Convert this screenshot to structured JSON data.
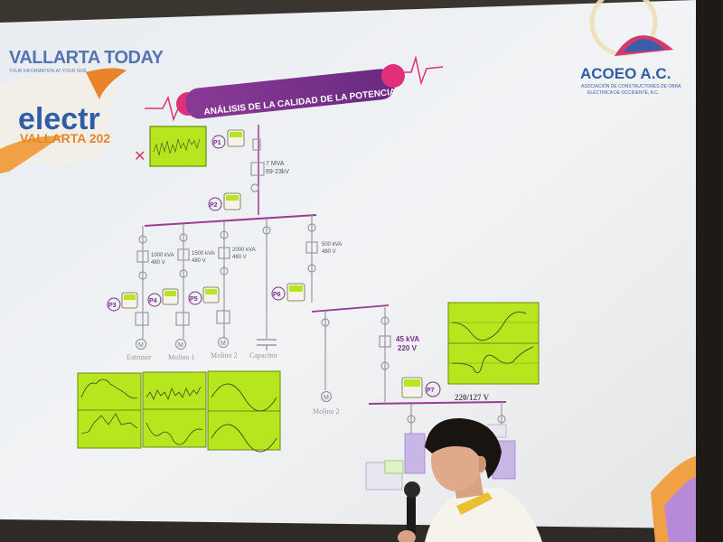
{
  "overlay": {
    "brand_name": "VALLARTA TODAY",
    "brand_tagline": "YOUR INFORMATION AT YOUR SIDE"
  },
  "slide": {
    "title": "ANÁLISIS DE LA CALIDAD DE LA POTENCIA",
    "logo_left_line1": "electr",
    "logo_left_line2": "VALLARTA 202",
    "logo_right_name": "ACOEO A.C.",
    "logo_right_sub1": "ASOCIACIÓN DE CONSTRUCTORES DE OBRA",
    "logo_right_sub2": "ELÉCTRICA DE OCCIDENTE, A.C.",
    "meters": [
      "P1",
      "P2",
      "P3",
      "P4",
      "P5",
      "P6",
      "P7"
    ],
    "transformers": {
      "main_rating": "7 MVA",
      "main_voltage": "69-23kV",
      "t1_rating": "1000 kVA",
      "t1_voltage": "480 V",
      "t2_rating": "1500 kVA",
      "t2_voltage": "480 V",
      "t3_rating": "2000 kVA",
      "t3_voltage": "480 V",
      "t4_rating": "500 kVA",
      "t4_voltage": "480 V",
      "t5_rating": "45 kVA",
      "t5_voltage": "220 V"
    },
    "loads": {
      "extrusor": "Extrusor",
      "molino1": "Molino 1",
      "molino2a": "Molino 2",
      "capacitor": "Capacitor",
      "molino2b": "Molino 2",
      "motor_symbol": "M"
    },
    "bus_voltage": "220/127 V",
    "x_mark": "✕"
  },
  "colors": {
    "screen_bg": "#eef1f4",
    "waveform_fill": "#b8e61e",
    "title_bar": "#7a2f8a",
    "bus_line": "#9a3d92",
    "accent_pink": "#e0307a",
    "brand_blue": "#3a5fa8"
  }
}
